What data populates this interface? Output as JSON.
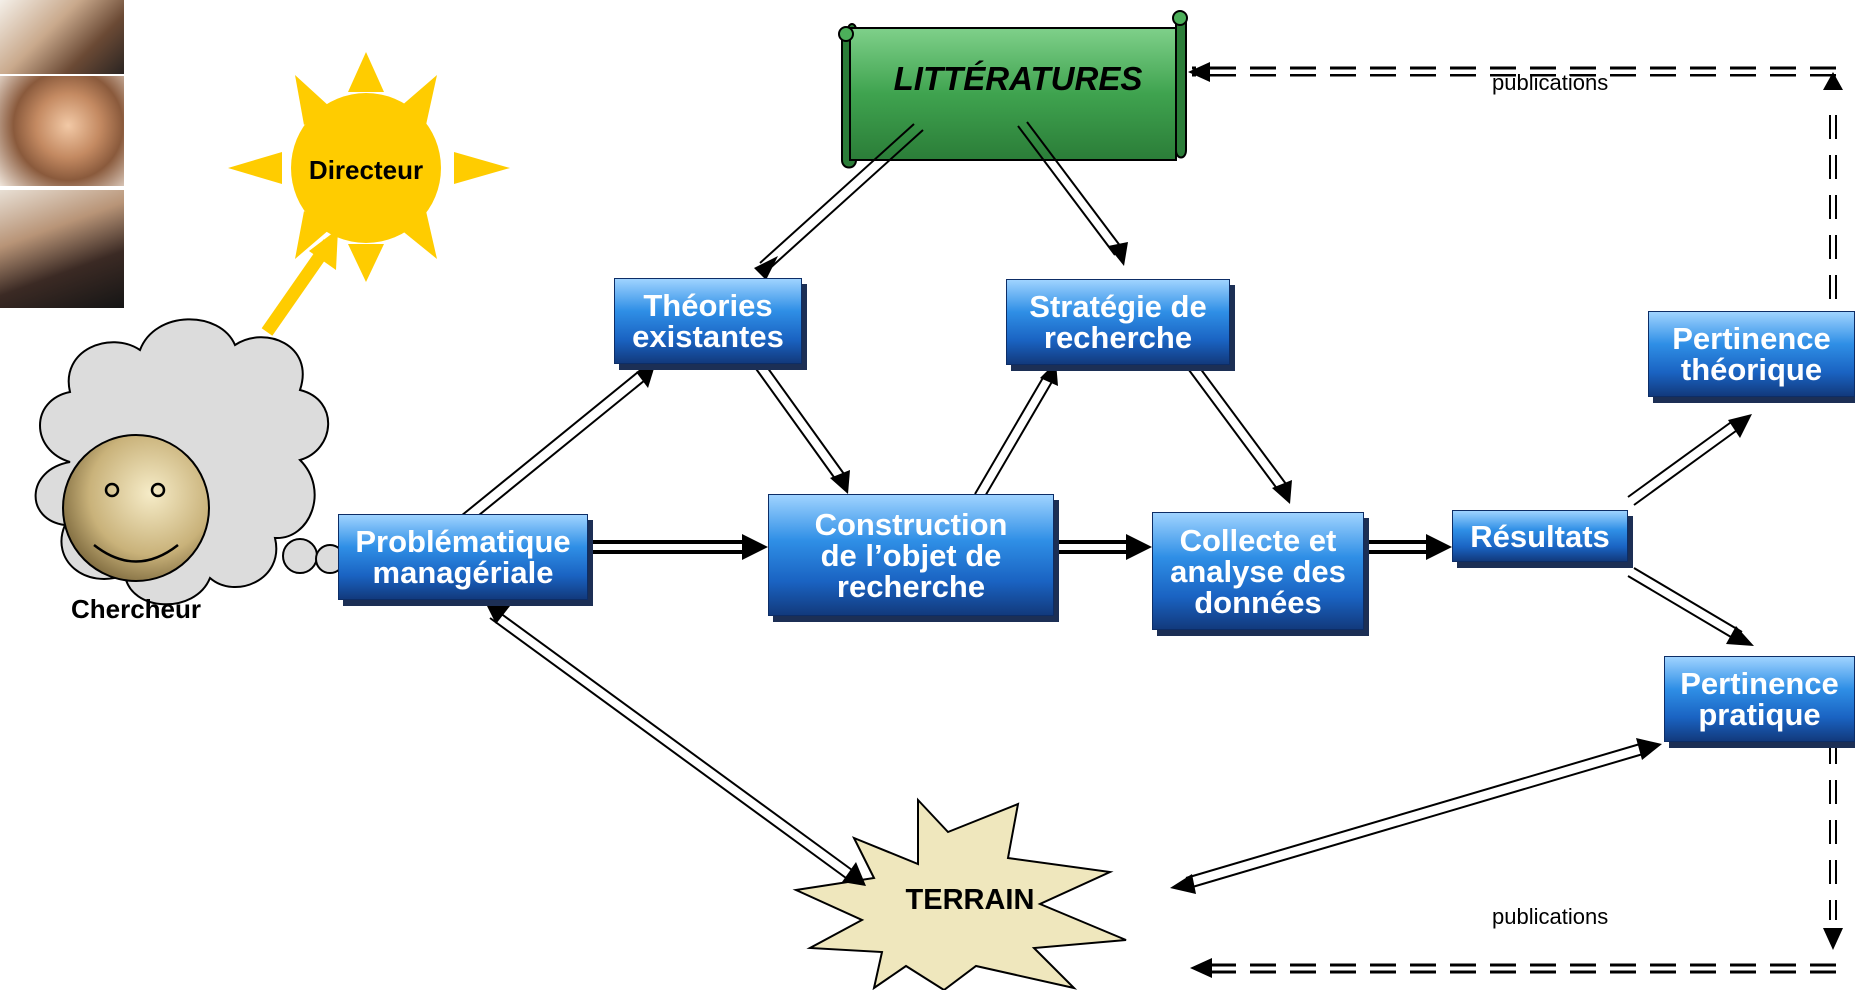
{
  "nodes": {
    "litteratures": "LITTÉRATURES",
    "directeur": "Directeur",
    "chercheur": "Chercheur",
    "theories": "Théories\nexistantes",
    "strategie": "Stratégie de\nrecherche",
    "pertinence_theorique": "Pertinence\nthéorique",
    "problematique": "Problématique\nmanagériale",
    "construction": "Construction\nde l’objet de\nrecherche",
    "collecte": "Collecte et\nanalyse des\ndonnées",
    "resultats": "Résultats",
    "pertinence_pratique": "Pertinence\npratique",
    "terrain": "TERRAIN"
  },
  "labels": {
    "publications_top": "publications",
    "publications_bottom": "publications"
  },
  "colors": {
    "scroll_green": "#4caf5a",
    "sun_yellow": "#ffcc00",
    "box_blue": "#1a63c2",
    "cloud_gray": "#dcdcdc",
    "face_tan": "#c9b27a",
    "star_tan": "#efe7bd"
  },
  "icons": [
    "sun-icon",
    "thought-cloud-icon",
    "smiley-face-icon",
    "scroll-banner-icon",
    "explosion-star-icon"
  ]
}
